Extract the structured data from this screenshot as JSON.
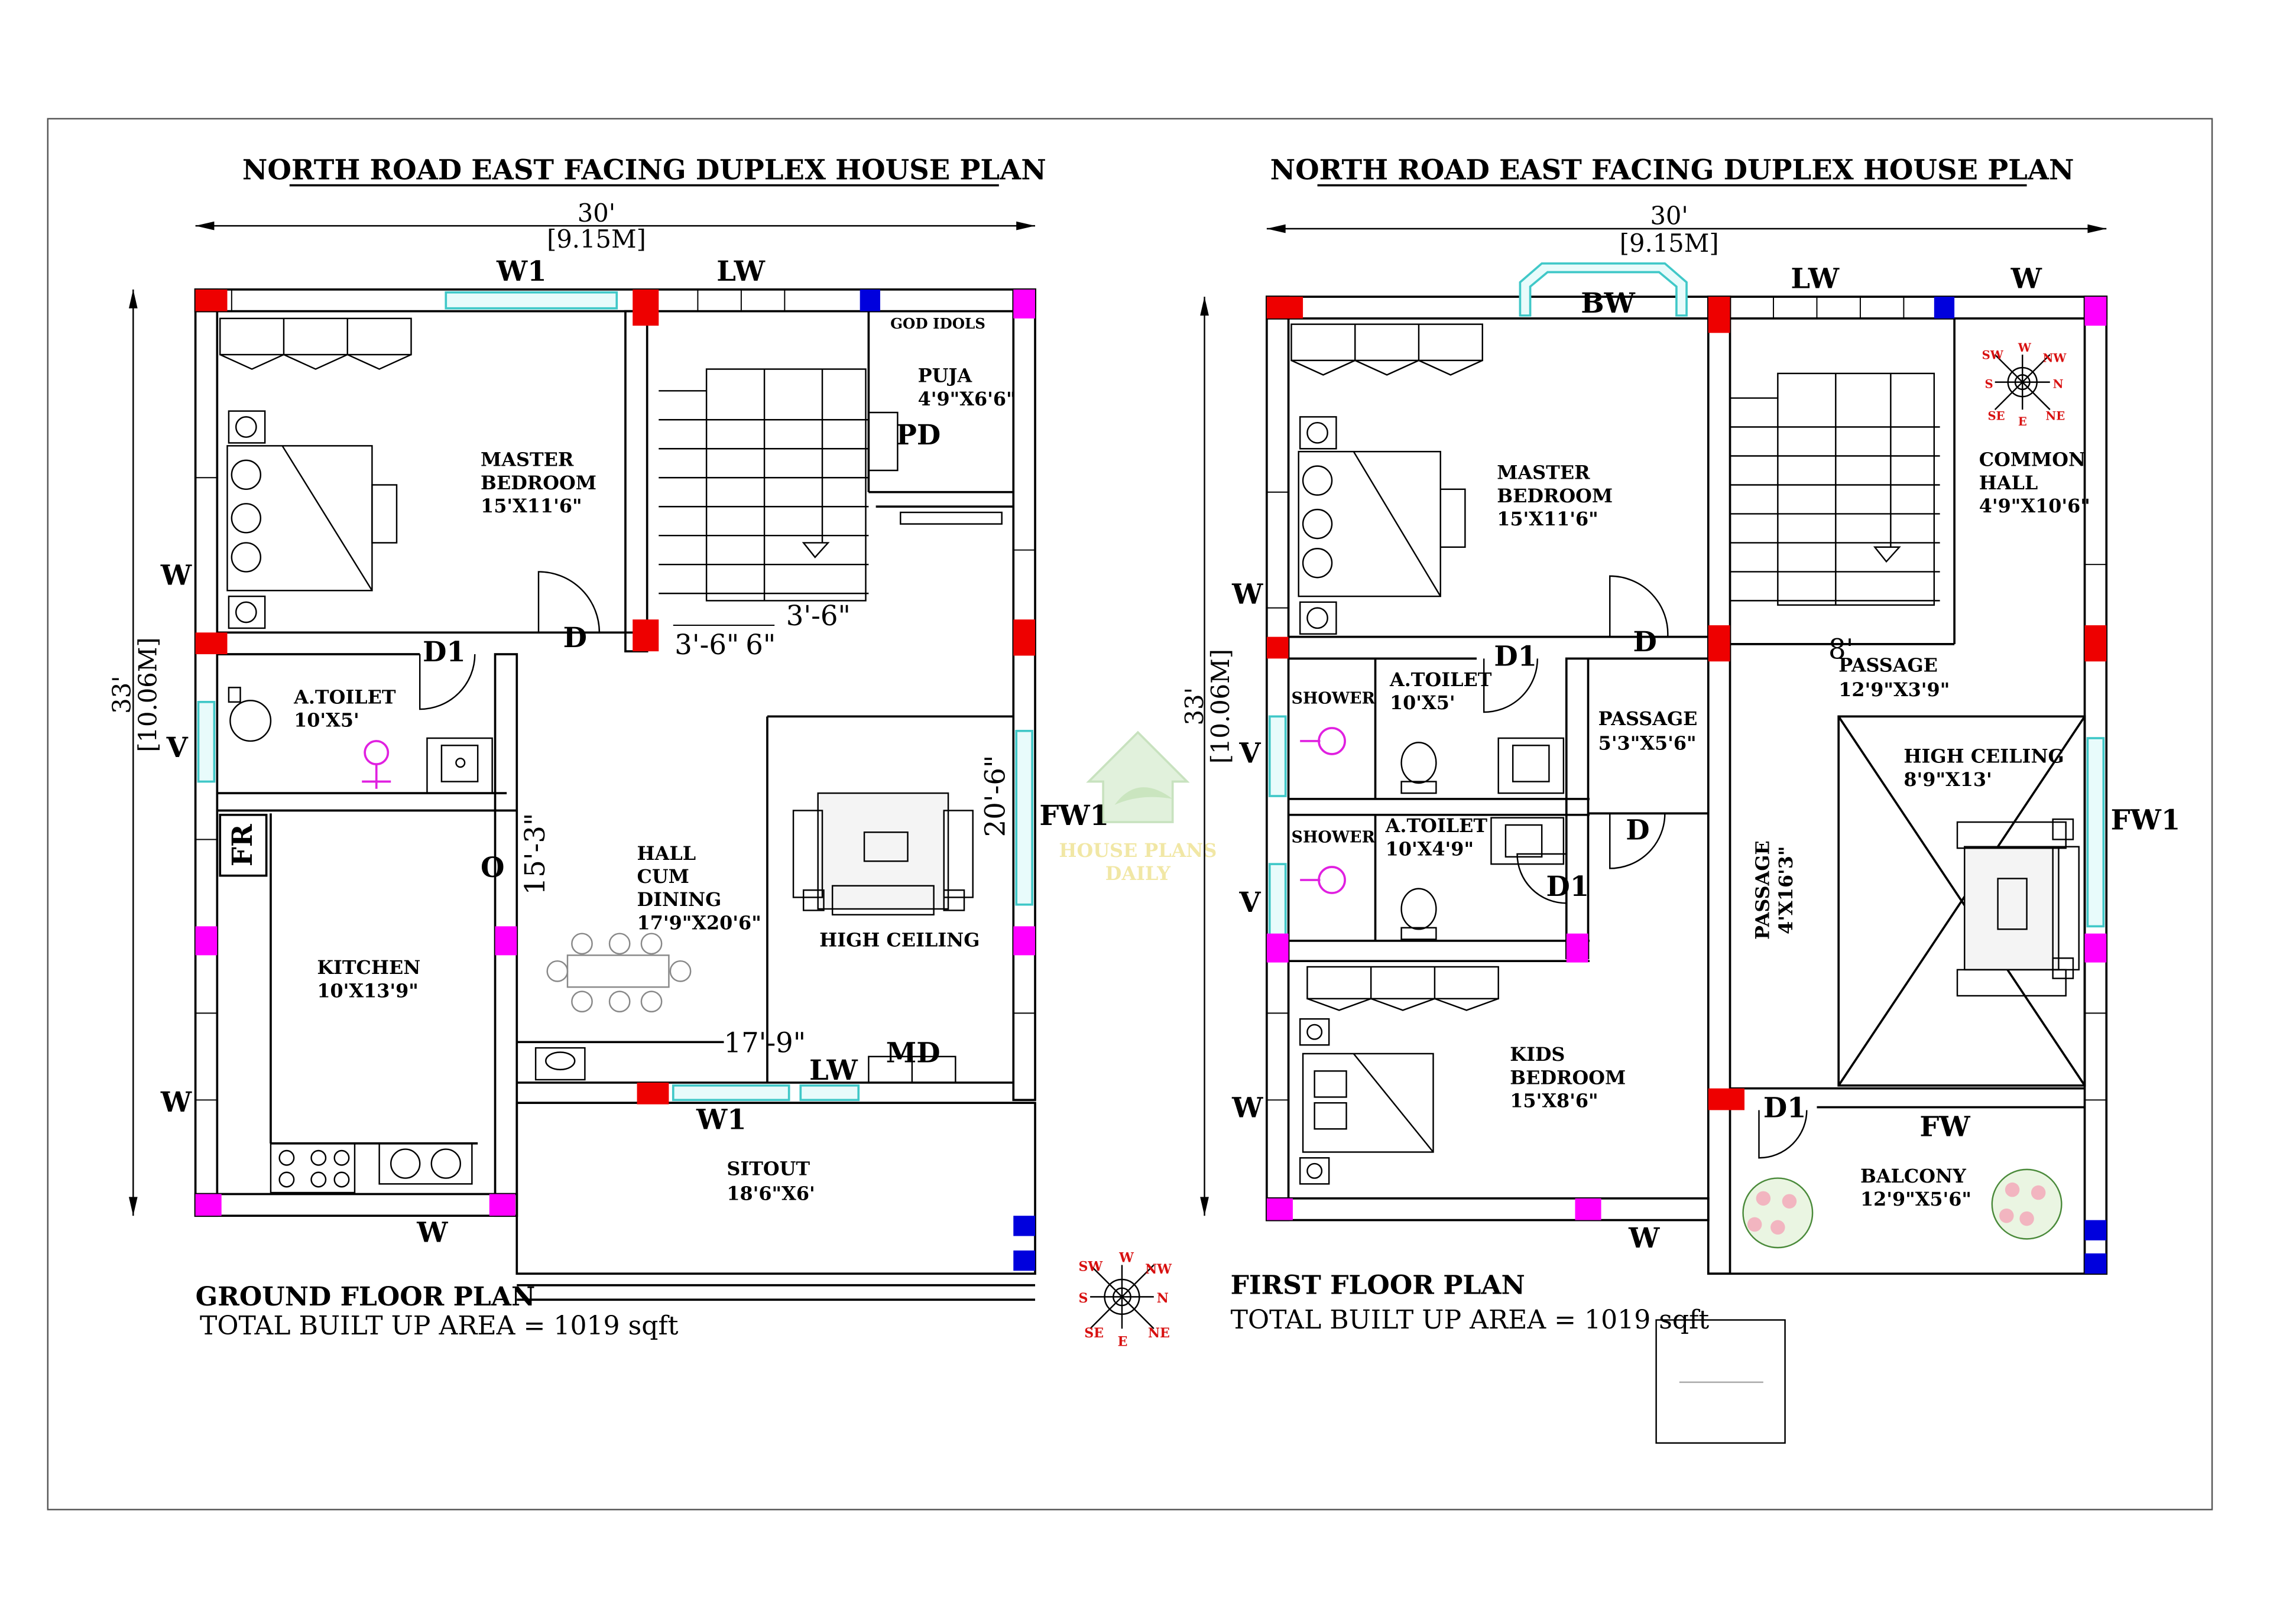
{
  "ground": {
    "title": "NORTH ROAD EAST FACING DUPLEX HOUSE PLAN",
    "width_ft": "30'",
    "width_m": "[9.15M]",
    "depth_ft": "33'",
    "depth_m": "[10.06M]",
    "plan_name": "GROUND FLOOR PLAN",
    "area": "TOTAL BUILT UP AREA = 1019 sqft",
    "rooms": {
      "master_l1": "MASTER",
      "master_l2": "BEDROOM",
      "master_dim": "15'X11'6\"",
      "puja": "PUJA",
      "puja_dim": "4'9\"X6'6\"",
      "god_idols": "GOD IDOLS",
      "toilet": "A.TOILET",
      "toilet_dim": "10'X5'",
      "kitchen": "KITCHEN",
      "kitchen_dim": "10'X13'9\"",
      "hall_l1": "HALL",
      "hall_l2": "CUM",
      "hall_l3": "DINING",
      "hall_dim": "17'9\"X20'6\"",
      "high_ceiling": "HIGH CEILING",
      "sitout": "SITOUT",
      "sitout_dim": "18'6\"X6'"
    },
    "openings": {
      "w1_top": "W1",
      "lw_top": "LW",
      "pd": "PD",
      "w_left1": "W",
      "d1": "D1",
      "d": "D",
      "v": "V",
      "fr": "FR",
      "o": "O",
      "w_left2": "W",
      "w_bottom": "W",
      "fw1": "FW1",
      "w1_bottom": "W1",
      "lw_bottom": "LW",
      "md": "MD"
    },
    "dims": {
      "stair_a": "3'-6\"",
      "stair_b": "6\"",
      "stair_c": "3'-6\"",
      "v15": "15'-3\"",
      "v20": "20'-6\"",
      "h17": "17'-9\""
    }
  },
  "first": {
    "title": "NORTH ROAD EAST FACING DUPLEX HOUSE PLAN",
    "width_ft": "30'",
    "width_m": "[9.15M]",
    "depth_ft": "33'",
    "depth_m": "[10.06M]",
    "plan_name": "FIRST FLOOR PLAN",
    "area": "TOTAL BUILT UP AREA = 1019 sqft",
    "rooms": {
      "master_l1": "MASTER",
      "master_l2": "BEDROOM",
      "master_dim": "15'X11'6\"",
      "common_l1": "COMMON",
      "common_l2": "HALL",
      "common_dim": "4'9\"X10'6\"",
      "shower1": "SHOWER",
      "toilet1": "A.TOILET",
      "toilet1_dim": "10'X5'",
      "passage_mid": "PASSAGE",
      "passage_mid_dim": "5'3\"X5'6\"",
      "passage_top": "PASSAGE",
      "passage_top_dim": "12'9\"X3'9\"",
      "shower2": "SHOWER",
      "toilet2": "A.TOILET",
      "toilet2_dim": "10'X4'9\"",
      "high_ceiling": "HIGH CEILING",
      "high_ceiling_dim": "8'9\"X13'",
      "passage_side": "PASSAGE",
      "passage_side_dim": "4'X16'3\"",
      "kids_l1": "KIDS",
      "kids_l2": "BEDROOM",
      "kids_dim": "15'X8'6\"",
      "balcony": "BALCONY",
      "balcony_dim": "12'9\"X5'6\""
    },
    "openings": {
      "bw": "BW",
      "lw": "LW",
      "w_top": "W",
      "w_left1": "W",
      "d1_a": "D1",
      "d_a": "D",
      "eight": "8'",
      "v1": "V",
      "v2": "V",
      "d_b": "D",
      "d1_b": "D1",
      "fw1": "FW1",
      "w_left2": "W",
      "d1_c": "D1",
      "fw": "FW",
      "w_bottom": "W"
    }
  },
  "logo": {
    "line1": "HOUSE PLANS",
    "line2": "DAILY"
  },
  "compass": {
    "n": "N",
    "ne": "NE",
    "e": "E",
    "se": "SE",
    "s": "S",
    "sw": "SW",
    "w": "W",
    "nw": "NW"
  },
  "colors": {
    "red": "#ee0000",
    "magenta": "#ff00ff",
    "blue": "#0000dd",
    "cyan": "#40c8c8",
    "accent_pink": "#e020e0"
  }
}
